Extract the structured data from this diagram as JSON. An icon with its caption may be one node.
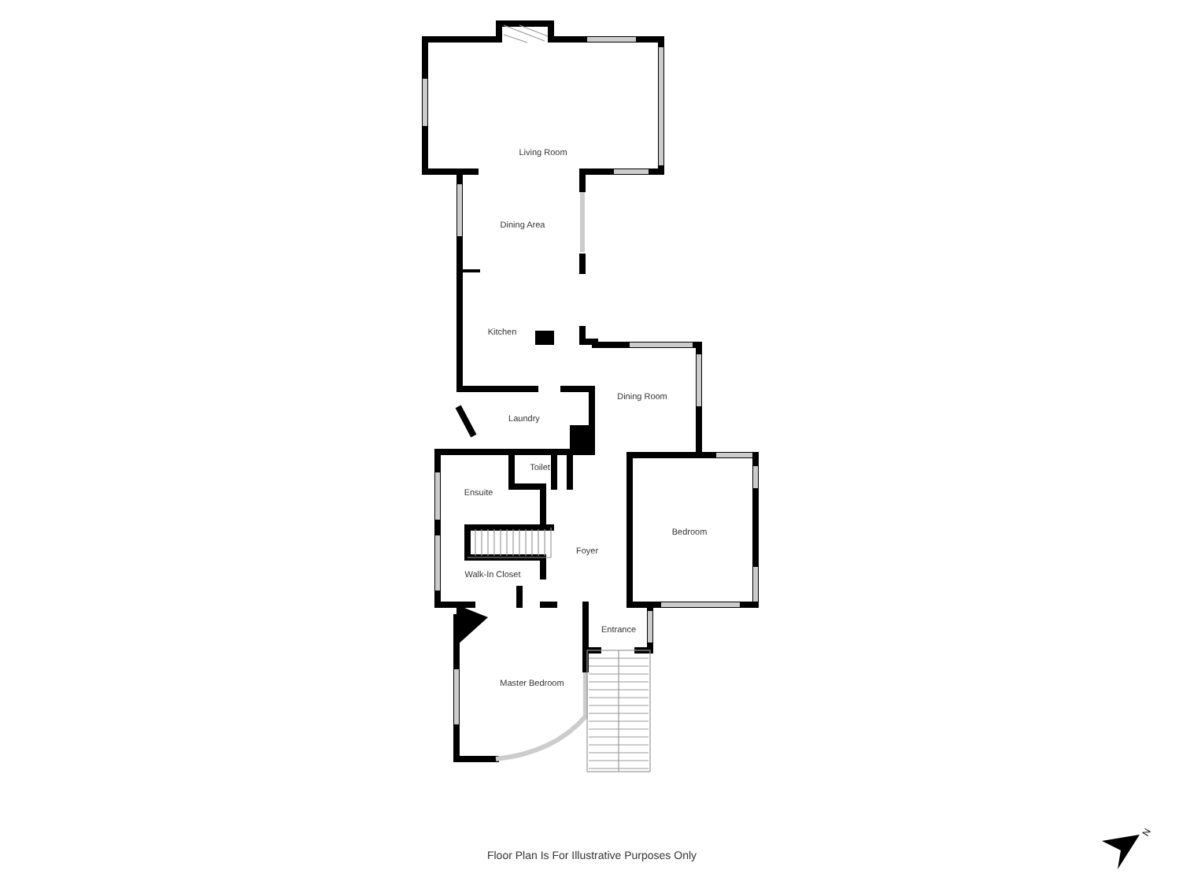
{
  "diagram": {
    "caption": "Floor Plan Is For Illustrative Purposes Only",
    "labels": [
      "Living Room",
      "Dining Area",
      "Kitchen",
      "Dining Room",
      "Laundry",
      "Toilet",
      "Ensuite",
      "Bedroom",
      "Foyer",
      "Walk-In Closet",
      "Entrance",
      "Master Bedroom",
      "N"
    ]
  }
}
